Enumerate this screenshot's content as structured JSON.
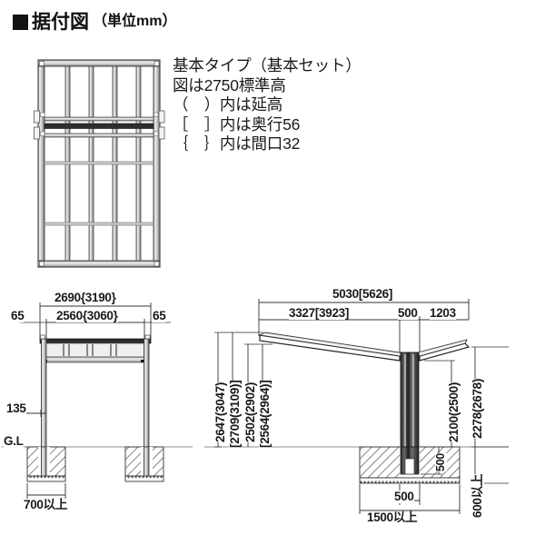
{
  "title": {
    "bullet": "square-bullet",
    "main": "据付図",
    "unit": "（単位mm）"
  },
  "notes": [
    "基本タイプ（基本セット）",
    "図は2750標準高",
    "（　）内は延高",
    "［　］内は奥行56",
    "｛　｝内は間口32"
  ],
  "plan_view": {
    "name": "plan-view-roof-frame"
  },
  "front_elevation": {
    "name": "front-elevation",
    "dims": {
      "overall_width": "2690{3190}",
      "inner_width": "2560{3060}",
      "overhang_left": "65",
      "overhang_right": "65",
      "base_height": "135",
      "ground_label": "G.L",
      "footing_width": "700以上"
    }
  },
  "side_elevation": {
    "name": "side-elevation",
    "dims": {
      "overall_depth": "5030[5626]",
      "front_span": "3327[3923]",
      "center_span": "500",
      "rear_span": "1203",
      "height_total": "2647(3047)",
      "height_total_alt": "[2709(3109)]",
      "height_eave": "2502(2902)",
      "height_eave_alt": "[2564(2964)]",
      "height_clear": "2100(2500)",
      "height_post_base": "500",
      "height_post": "2278(2678)",
      "footing_depth": "600以上",
      "footing_center": "500",
      "footing_width": "1500以上"
    }
  },
  "colors": {
    "line": "#3a3a3a",
    "line_dark": "#111111",
    "line_light": "#9a9a9a",
    "fill_light": "#e8e8e8",
    "fill_mid": "#c9c9c9",
    "text": "#1a1a1a",
    "background": "#ffffff"
  }
}
